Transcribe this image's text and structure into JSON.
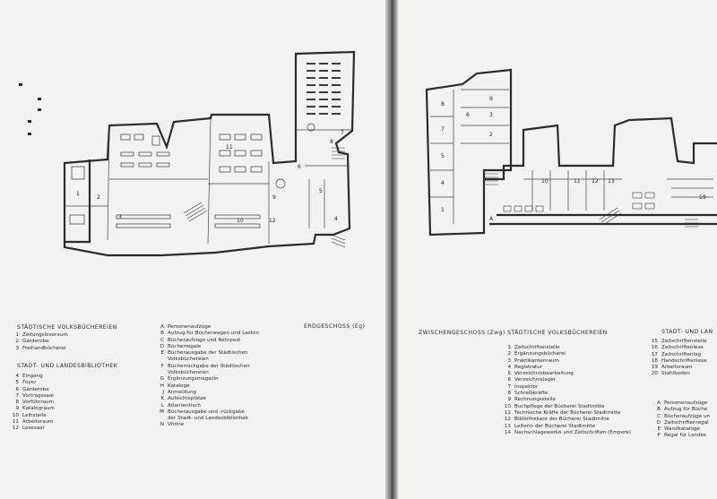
{
  "left_page": {
    "section1": {
      "title": "STÄDTISCHE VOLKSBÜCHEREIEN",
      "items": [
        {
          "k": "1",
          "t": "Zeitungsleseraum"
        },
        {
          "k": "2",
          "t": "Garderobe"
        },
        {
          "k": "3",
          "t": "Freihandbücherei"
        }
      ]
    },
    "section2": {
      "title": "STADT- UND LANDESBIBLIOTHEK",
      "items": [
        {
          "k": "4",
          "t": "Eingang"
        },
        {
          "k": "5",
          "t": "Foyer"
        },
        {
          "k": "6",
          "t": "Garderobe"
        },
        {
          "k": "7",
          "t": "Vortragssaal"
        },
        {
          "k": "8",
          "t": "Vorführraum"
        },
        {
          "k": "9",
          "t": "Katalograum"
        },
        {
          "k": "10",
          "t": "Leihstelle"
        },
        {
          "k": "11",
          "t": "Arbeitsraum"
        },
        {
          "k": "12",
          "t": "Lesesaal"
        }
      ]
    },
    "letters": [
      {
        "k": "A",
        "t": "Personenaufzüge"
      },
      {
        "k": "B",
        "t": "Aufzug für Bücherwagen und Lasten"
      },
      {
        "k": "C",
        "t": "Bücheraufzüge und Rohrpost"
      },
      {
        "k": "D",
        "t": "Bücherregale"
      },
      {
        "k": "E",
        "t": "Bücherausgabe der Städtischen"
      },
      {
        "k": "",
        "t": "Volksbüchereien"
      },
      {
        "k": "F",
        "t": "Bücherrückgabe der Städtischen"
      },
      {
        "k": "",
        "t": "Volksbüchereien"
      },
      {
        "k": "G",
        "t": "Ergänzungsmagazin"
      },
      {
        "k": "H",
        "t": "Kataloge"
      },
      {
        "k": "J",
        "t": "Anmeldung"
      },
      {
        "k": "K",
        "t": "Aufsichtsplätze"
      },
      {
        "k": "L",
        "t": "Atlantentisch"
      },
      {
        "k": "M",
        "t": "Bücherausgabe und -rückgabe"
      },
      {
        "k": "",
        "t": "der Stadt- und Landesbibliothek"
      },
      {
        "k": "N",
        "t": "Vitrine"
      }
    ],
    "floor_label": "ERDGESCHOSS (Eg)"
  },
  "right_page": {
    "header": "ZWISCHENGESCHOSS (Zwg) STÄDTISCHE VOLKSBÜCHEREIEN",
    "items": [
      {
        "k": "1",
        "t": "Zeitschriftenstelle"
      },
      {
        "k": "2",
        "t": "Ergänzungsbücherei"
      },
      {
        "k": "3",
        "t": "Praktikantenraum"
      },
      {
        "k": "4",
        "t": "Registratur"
      },
      {
        "k": "5",
        "t": "Verzeichnisbearbeitung"
      },
      {
        "k": "6",
        "t": "Verzeichnislager"
      },
      {
        "k": "7",
        "t": "Inspektor"
      },
      {
        "k": "8",
        "t": "Schreibkräfte"
      },
      {
        "k": "9",
        "t": "Rechnungsstelle"
      },
      {
        "k": "10",
        "t": "Buchpflege der Bücherei Stadtmitte"
      },
      {
        "k": "11",
        "t": "Technische Kräfte der Bücherei Stadtmitte"
      },
      {
        "k": "12",
        "t": "Bibliothekare der Bücherei Stadtmitte"
      },
      {
        "k": "13",
        "t": "Leiterin der Bücherei Stadtmitte"
      },
      {
        "k": "14",
        "t": "Nachschlagewerke und Zeitschriften (Empore)"
      }
    ],
    "side_title": "STADT- UND LAN",
    "side_items": [
      {
        "k": "15",
        "t": "Zeitschriftenstelle"
      },
      {
        "k": "16",
        "t": "Zeitschriftenlese"
      },
      {
        "k": "17",
        "t": "Zeitschriftenlag"
      },
      {
        "k": "18",
        "t": "Handschriftenlese"
      },
      {
        "k": "19",
        "t": "Arbeitsraum"
      },
      {
        "k": "20",
        "t": "Stahlboden"
      }
    ],
    "side_letters": [
      {
        "k": "A",
        "t": "Personenaufzüge"
      },
      {
        "k": "B",
        "t": "Aufzug für Büche"
      },
      {
        "k": "C",
        "t": "Bücheraufzüge un"
      },
      {
        "k": "D",
        "t": "Zeitschriftenregal"
      },
      {
        "k": "E",
        "t": "Wandkataloge"
      },
      {
        "k": "F",
        "t": "Regal für Landes"
      }
    ]
  },
  "colors": {
    "paper": "#f3f2ef",
    "ink": "#2a2a2a",
    "gutter": "#5a5a5a"
  }
}
